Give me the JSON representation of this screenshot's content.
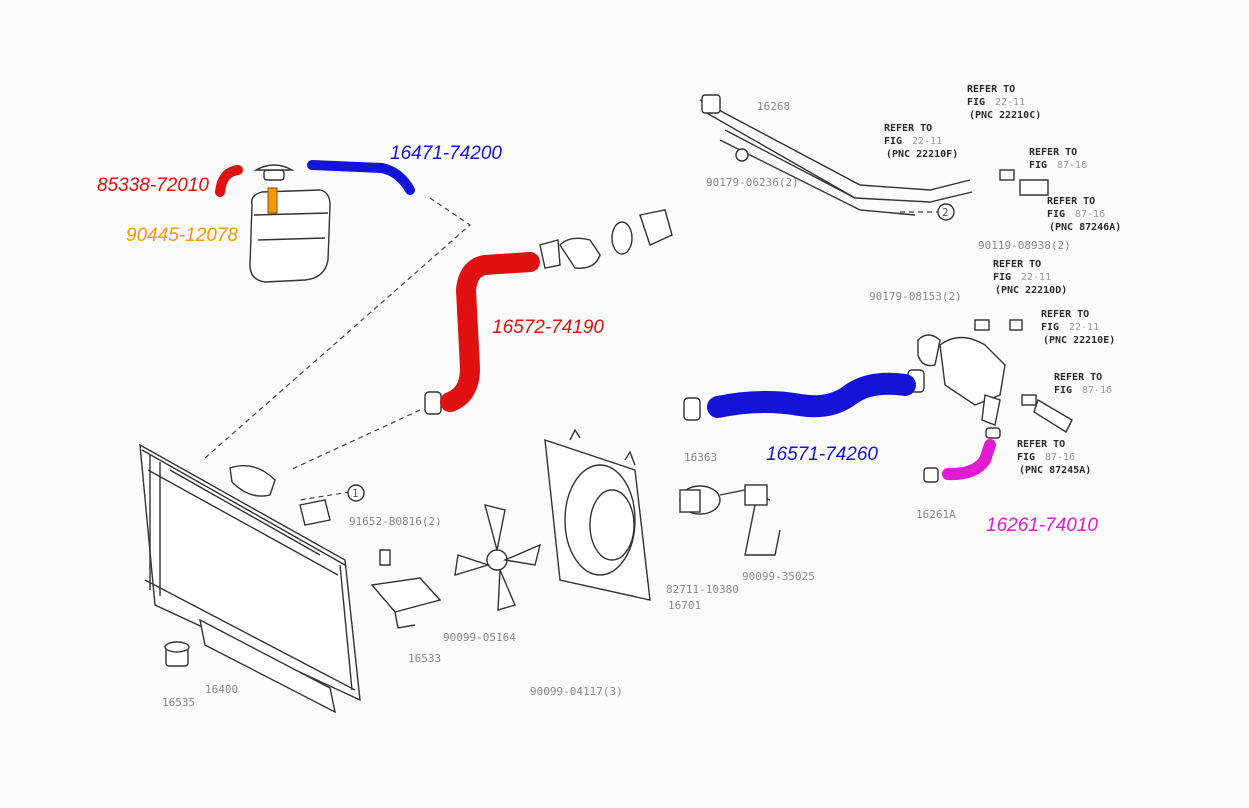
{
  "callouts": {
    "overflow_hose": "85338-72010",
    "cap_clamp": "90445-12078",
    "reservoir_hose": "16471-74200",
    "upper_hose": "16572-74190",
    "lower_hose": "16571-74260",
    "bypass_hose": "16261-74010"
  },
  "colors": {
    "red": "#e01010",
    "blue": "#1414d8",
    "orange": "#f39a00",
    "magenta": "#e21ad0"
  },
  "parts": {
    "p16268": "16268",
    "p90179_06236": "90179-06236(2)",
    "p90119_08938": "90119-08938(2)",
    "p90179_08153": "90179-08153(2)",
    "p91652_b0816": "91652-B0816(2)",
    "p16363": "16363",
    "p82711_10380": "82711-10380",
    "p90099_35025": "90099-35025",
    "p16701": "16701",
    "p90099_05164": "90099-05164",
    "p90099_04117": "90099-04117(3)",
    "p16533": "16533",
    "p16400": "16400",
    "p16535": "16535",
    "p16261a": "16261A",
    "circle1": "1",
    "circle2": "2"
  },
  "refs": {
    "r1": {
      "line1": "REFER TO",
      "fig": "FIG",
      "num": "22-11",
      "pnc": "(PNC 22210C)"
    },
    "r2": {
      "line1": "REFER TO",
      "fig": "FIG",
      "num": "22-11",
      "pnc": "(PNC 22210F)"
    },
    "r3": {
      "line1": "REFER TO",
      "fig": "FIG",
      "num": "87-16"
    },
    "r4": {
      "line1": "REFER TO",
      "fig": "FIG",
      "num": "87-16",
      "pnc": "(PNC 87246A)"
    },
    "r5": {
      "line1": "REFER TO",
      "fig": "FIG",
      "num": "22-11",
      "pnc": "(PNC 22210D)"
    },
    "r6": {
      "line1": "REFER TO",
      "fig": "FIG",
      "num": "22-11",
      "pnc": "(PNC 22210E)"
    },
    "r7": {
      "line1": "REFER TO",
      "fig": "FIG",
      "num": "87-16"
    },
    "r8": {
      "line1": "REFER TO",
      "fig": "FIG",
      "num": "87-16",
      "pnc": "(PNC 87245A)"
    }
  }
}
